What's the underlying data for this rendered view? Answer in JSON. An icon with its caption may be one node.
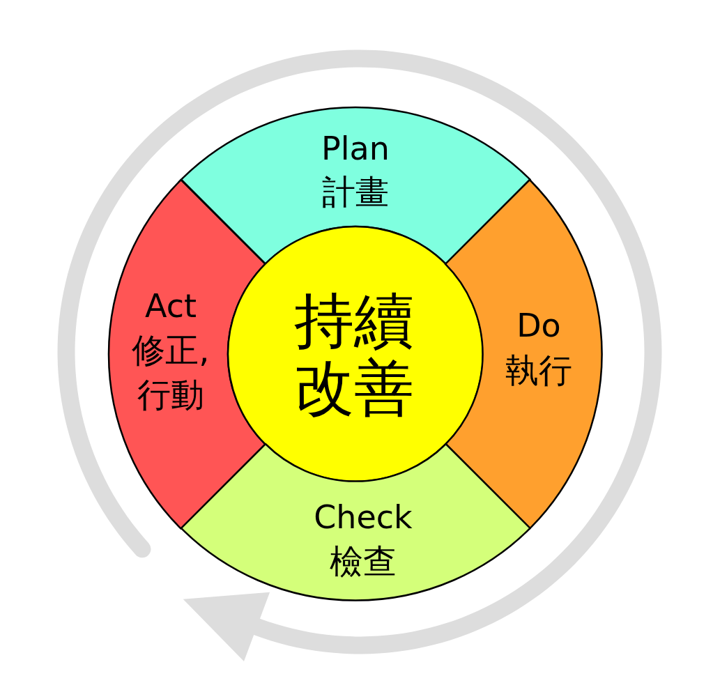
{
  "diagram": {
    "nodes": [
      {
        "text": [
          "Plan",
          "計畫"
        ]
      },
      {
        "text": [
          "Act",
          "修正,行動"
        ]
      },
      {
        "text": [
          "持續改善"
        ]
      },
      {
        "text": [
          "Do",
          "執行"
        ]
      },
      {
        "text": [
          "Check",
          "檢查"
        ]
      }
    ]
  }
}
